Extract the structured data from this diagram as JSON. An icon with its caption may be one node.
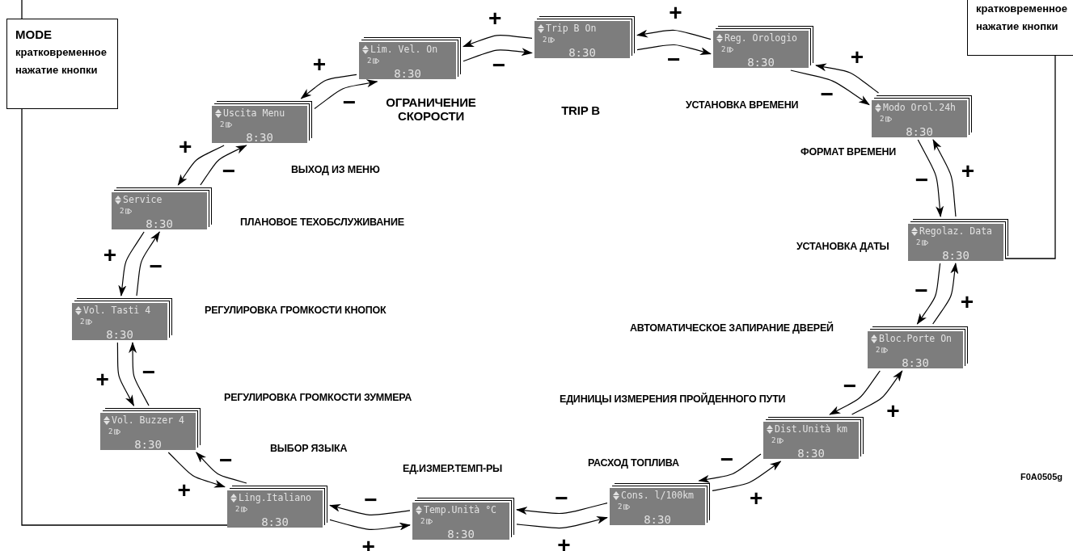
{
  "diagram": {
    "nodes": [
      {
        "text": [
          "Lim. Vel. On",
          "2",
          "8:30"
        ],
        "beside": [
          "ОГРАНИЧЕНИЕ СКОРОСТИ"
        ]
      },
      {
        "text": [
          "Trip B On",
          "2",
          "8:30"
        ],
        "beside": [
          "TRIP B"
        ]
      },
      {
        "text": [
          "Reg. Orologio",
          "2",
          "8:30"
        ],
        "beside": [
          "УСТАНОВКА ВРЕМЕНИ"
        ]
      },
      {
        "text": [
          "Modo Orol.24h",
          "2",
          "8:30"
        ],
        "beside": [
          "ФОРМАТ ВРЕМЕНИ"
        ]
      },
      {
        "text": [
          "Regolaz. Data",
          "2",
          "8:30"
        ],
        "beside": [
          "УСТАНОВКА ДАТЫ"
        ]
      },
      {
        "text": [
          "Bloc.Porte On",
          "2",
          "8:30"
        ],
        "beside": [
          "АВТОМАТИЧЕСКОЕ ЗАПИРАНИЕ ДВЕРЕЙ"
        ]
      },
      {
        "text": [
          "Dist.Unità km",
          "2",
          "8:30"
        ],
        "beside": [
          "ЕДИНИЦЫ ИЗМЕРЕНИЯ ПРОЙДЕННОГО ПУТИ"
        ]
      },
      {
        "text": [
          "Cons. l/100km",
          "2",
          "8:30"
        ],
        "beside": [
          "РАСХОД ТОПЛИВА"
        ]
      },
      {
        "text": [
          "Temp.Unità °C",
          "2",
          "8:30"
        ],
        "beside": [
          "ЕД.ИЗМЕР.ТЕМП-РЫ"
        ]
      },
      {
        "text": [
          "Ling.Italiano",
          "2",
          "8:30"
        ],
        "beside": [
          "ВЫБОР ЯЗЫКА"
        ]
      },
      {
        "text": [
          "Vol. Buzzer 4",
          "2",
          "8:30"
        ],
        "beside": [
          "РЕГУЛИРОВКА ГРОМКОСТИ ЗУММЕРА"
        ]
      },
      {
        "text": [
          "Vol. Tasti 4",
          "2",
          "8:30"
        ],
        "beside": [
          "РЕГУЛИРОВКА ГРОМКОСТИ КНОПОК"
        ]
      },
      {
        "text": [
          "Service",
          "2",
          "8:30"
        ],
        "beside": [
          "ПЛАНОВОЕ ТЕХОБСЛУЖИВАНИЕ"
        ]
      },
      {
        "text": [
          "Uscita Menu",
          "2",
          "8:30"
        ],
        "beside": [
          "ВЫХОД ИЗ МЕНЮ"
        ]
      },
      {
        "text": [
          "MODE",
          "кратковременное нажатие кнопки"
        ]
      },
      {
        "text": [
          "кратковременное нажатие кнопки"
        ]
      }
    ],
    "edges": [
      {
        "from": 0,
        "to": 1,
        "arrow": "to",
        "label": "−"
      },
      {
        "from": 1,
        "to": 0,
        "arrow": "to",
        "label": "+"
      },
      {
        "from": 1,
        "to": 2,
        "arrow": "to",
        "label": "−"
      },
      {
        "from": 2,
        "to": 1,
        "arrow": "to",
        "label": "+"
      },
      {
        "from": 2,
        "to": 3,
        "arrow": "to",
        "label": "−"
      },
      {
        "from": 3,
        "to": 2,
        "arrow": "to",
        "label": "+"
      },
      {
        "from": 3,
        "to": 4,
        "arrow": "to",
        "label": "−"
      },
      {
        "from": 4,
        "to": 3,
        "arrow": "to",
        "label": "+"
      },
      {
        "from": 4,
        "to": 5,
        "arrow": "to",
        "label": "−"
      },
      {
        "from": 5,
        "to": 4,
        "arrow": "to",
        "label": "+"
      },
      {
        "from": 5,
        "to": 6,
        "arrow": "to",
        "label": "−"
      },
      {
        "from": 6,
        "to": 5,
        "arrow": "to",
        "label": "+"
      },
      {
        "from": 6,
        "to": 7,
        "arrow": "to",
        "label": "−"
      },
      {
        "from": 7,
        "to": 6,
        "arrow": "to",
        "label": "+"
      },
      {
        "from": 7,
        "to": 8,
        "arrow": "to",
        "label": "−"
      },
      {
        "from": 8,
        "to": 7,
        "arrow": "to",
        "label": "+"
      },
      {
        "from": 8,
        "to": 9,
        "arrow": "to",
        "label": "−"
      },
      {
        "from": 9,
        "to": 8,
        "arrow": "to",
        "label": "+"
      },
      {
        "from": 9,
        "to": 10,
        "arrow": "to",
        "label": "−"
      },
      {
        "from": 10,
        "to": 9,
        "arrow": "to",
        "label": "+"
      },
      {
        "from": 10,
        "to": 11,
        "arrow": "to",
        "label": "−"
      },
      {
        "from": 11,
        "to": 10,
        "arrow": "to",
        "label": "+"
      },
      {
        "from": 11,
        "to": 12,
        "arrow": "to",
        "label": "−"
      },
      {
        "from": 12,
        "to": 11,
        "arrow": "to",
        "label": "+"
      },
      {
        "from": 12,
        "to": 13,
        "arrow": "to",
        "label": "−"
      },
      {
        "from": 13,
        "to": 12,
        "arrow": "to",
        "label": "+"
      },
      {
        "from": 13,
        "to": 0,
        "arrow": "to",
        "label": "−"
      },
      {
        "from": 0,
        "to": 13,
        "arrow": "to",
        "label": "+"
      },
      {
        "from": 14,
        "to": 9,
        "arrow": "none"
      },
      {
        "from": null,
        "to": 14,
        "arrow": "none"
      },
      {
        "from": 15,
        "to": 4,
        "arrow": "none"
      }
    ],
    "labels": [
      "F0A0505g"
    ]
  }
}
